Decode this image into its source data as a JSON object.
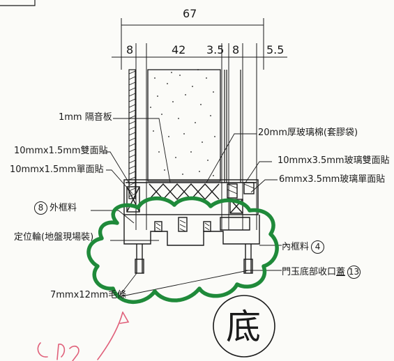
{
  "dimensions": {
    "total": "67",
    "d1": "8",
    "d2": "42",
    "d3": "3.5",
    "d4": "8",
    "d5": "5.5"
  },
  "labels": {
    "sound_board": "1mm 隔音板",
    "glass_wool": "20mm厚玻璃棉(套膠袋)",
    "double_tape_left": "10mmx1.5mm雙面貼",
    "single_tape_left": "10mmx1.5mm單面貼",
    "double_tape_right": "10mmx3.5mm玻璃雙面貼",
    "single_tape_right": "6mmx3.5mm玻璃單面貼",
    "outer_frame_num": "8",
    "outer_frame_text": "外框料",
    "wheel": "定位輪(地盤現場裝)",
    "inner_frame_text": "內框料",
    "inner_frame_num": "4",
    "bottom_profile_text": "門玉底部收口",
    "bottom_profile_underlined": "蓋",
    "bottom_profile_num": "13",
    "brush": "7mmx12mm毛條"
  },
  "stamp": "底",
  "colors": {
    "ink": "#1a1a1a",
    "markup_green": "#1f8a3a",
    "markup_pink": "#e0607a"
  }
}
